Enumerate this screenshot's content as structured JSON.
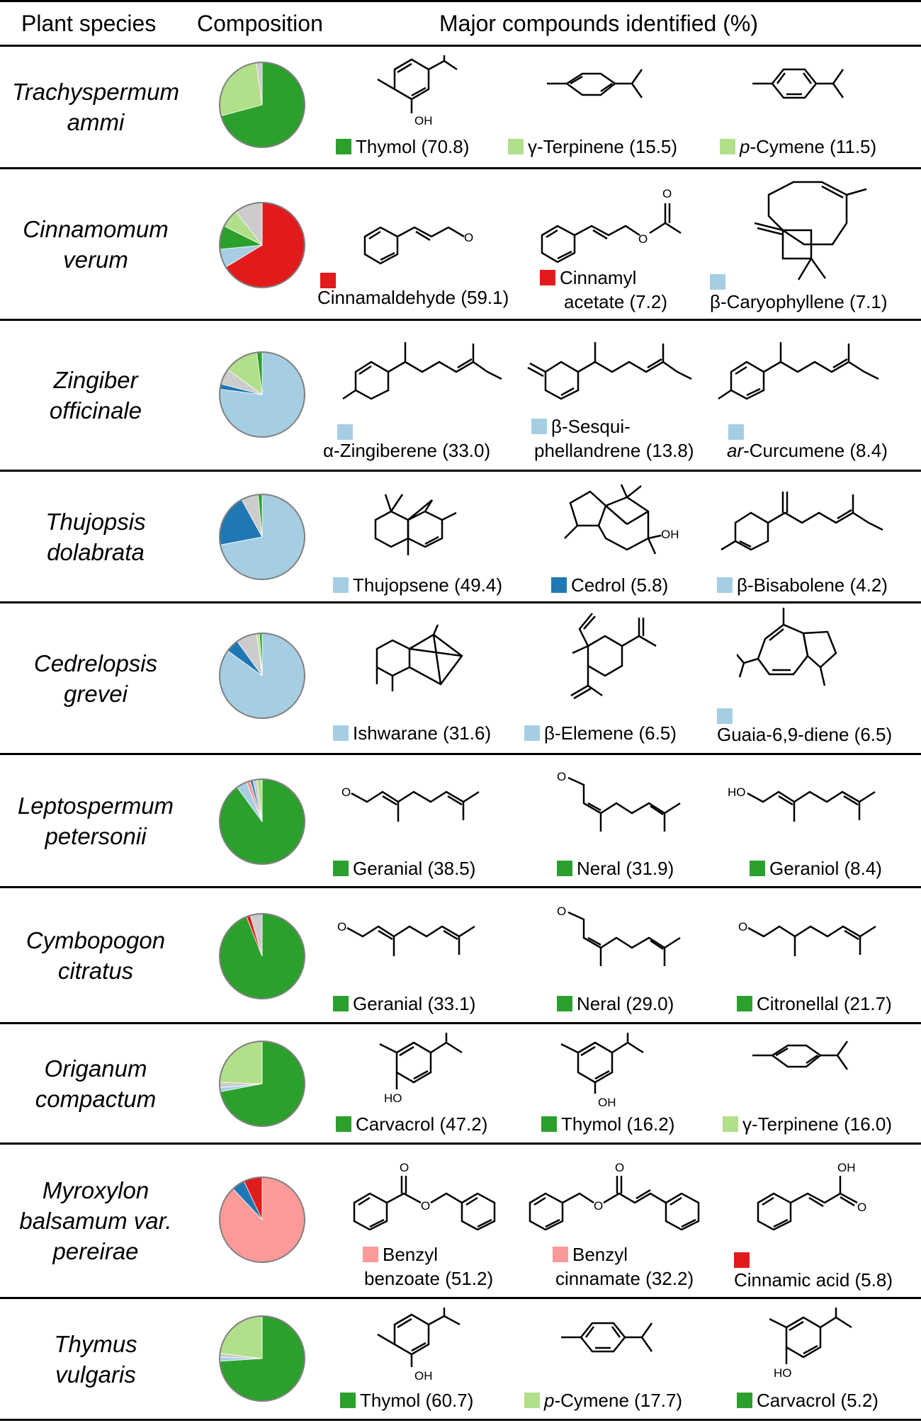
{
  "header": {
    "species": "Plant species",
    "composition": "Composition",
    "compounds": "Major compounds identified (%)"
  },
  "colors": {
    "green": "#2ca02c",
    "light_green": "#b2df8a",
    "red": "#e31a1c",
    "light_blue": "#a6cee3",
    "blue": "#1f78b4",
    "pink": "#fb9a99",
    "grey": "#cccccc"
  },
  "rows": [
    {
      "species": [
        "Trachyspermum",
        "ammi"
      ],
      "compounds": [
        {
          "label": "Thymol (70.8)",
          "color": "green"
        },
        {
          "label": "γ-Terpinene (15.5)",
          "color": "light_green"
        },
        {
          "label": "p-Cymene (11.5)",
          "color": "light_green",
          "italic_prefix": "p"
        }
      ],
      "pie": [
        {
          "color": "green",
          "value": 70.8
        },
        {
          "color": "light_green",
          "value": 27.0
        },
        {
          "color": "grey",
          "value": 2.2
        }
      ]
    },
    {
      "species": [
        "Cinnamomum",
        "verum"
      ],
      "compounds": [
        {
          "label": "Cinnamaldehyde (59.1)",
          "color": "red"
        },
        {
          "label": "Cinnamyl acetate (7.2)",
          "lines": [
            "Cinnamyl",
            "acetate (7.2)"
          ],
          "color": "red"
        },
        {
          "label": "β-Caryophyllene (7.1)",
          "color": "light_blue"
        }
      ],
      "pie": [
        {
          "color": "red",
          "value": 66.3
        },
        {
          "color": "light_blue",
          "value": 7.1
        },
        {
          "color": "green",
          "value": 9.0
        },
        {
          "color": "light_green",
          "value": 7.0
        },
        {
          "color": "grey",
          "value": 10.6
        }
      ]
    },
    {
      "species": [
        "Zingiber",
        "officinale"
      ],
      "compounds": [
        {
          "label": "α-Zingiberene (33.0)",
          "color": "light_blue"
        },
        {
          "label": "β-Sesquiphellandrene (13.8)",
          "lines": [
            "β-Sesqui-",
            "phellandrene (13.8)"
          ],
          "color": "light_blue"
        },
        {
          "label": "ar-Curcumene (8.4)",
          "color": "light_blue",
          "italic_prefix": "ar"
        }
      ],
      "pie": [
        {
          "color": "light_blue",
          "value": 77.0
        },
        {
          "color": "blue",
          "value": 2.0
        },
        {
          "color": "grey",
          "value": 6.0
        },
        {
          "color": "light_green",
          "value": 13.0
        },
        {
          "color": "green",
          "value": 2.0
        }
      ]
    },
    {
      "species": [
        "Thujopsis",
        "dolabrata"
      ],
      "compounds": [
        {
          "label": "Thujopsene (49.4)",
          "color": "light_blue"
        },
        {
          "label": "Cedrol (5.8)",
          "color": "blue"
        },
        {
          "label": "β-Bisabolene (4.2)",
          "color": "light_blue"
        }
      ],
      "pie": [
        {
          "color": "light_blue",
          "value": 72.0
        },
        {
          "color": "blue",
          "value": 20.0
        },
        {
          "color": "grey",
          "value": 6.5
        },
        {
          "color": "green",
          "value": 1.5
        }
      ]
    },
    {
      "species": [
        "Cedrelopsis",
        "grevei"
      ],
      "compounds": [
        {
          "label": "Ishwarane (31.6)",
          "color": "light_blue"
        },
        {
          "label": "β-Elemene (6.5)",
          "color": "light_blue"
        },
        {
          "label": "Guaia-6,9-diene (6.5)",
          "color": "light_blue"
        }
      ],
      "pie": [
        {
          "color": "light_blue",
          "value": 85.0
        },
        {
          "color": "blue",
          "value": 5.0
        },
        {
          "color": "grey",
          "value": 8.0
        },
        {
          "color": "light_green",
          "value": 1.0
        },
        {
          "color": "green",
          "value": 1.0
        }
      ]
    },
    {
      "species": [
        "Leptospermum",
        "petersonii"
      ],
      "compounds": [
        {
          "label": "Geranial (38.5)",
          "color": "green"
        },
        {
          "label": "Neral (31.9)",
          "color": "green"
        },
        {
          "label": "Geraniol (8.4)",
          "color": "green"
        }
      ],
      "pie": [
        {
          "color": "green",
          "value": 90.0
        },
        {
          "color": "light_blue",
          "value": 4.0
        },
        {
          "color": "pink",
          "value": 1.5
        },
        {
          "color": "blue",
          "value": 1.0
        },
        {
          "color": "grey",
          "value": 1.5
        },
        {
          "color": "light_green",
          "value": 2.0
        }
      ]
    },
    {
      "species": [
        "Cymbopogon",
        "citratus"
      ],
      "compounds": [
        {
          "label": "Geranial (33.1)",
          "color": "green"
        },
        {
          "label": "Neral (29.0)",
          "color": "green"
        },
        {
          "label": "Citronellal (21.7)",
          "color": "green"
        }
      ],
      "pie": [
        {
          "color": "green",
          "value": 94.0
        },
        {
          "color": "red",
          "value": 1.5
        },
        {
          "color": "grey",
          "value": 4.5
        }
      ]
    },
    {
      "species": [
        "Origanum",
        "compactum"
      ],
      "compounds": [
        {
          "label": "Carvacrol (47.2)",
          "color": "green"
        },
        {
          "label": "Thymol (16.2)",
          "color": "green"
        },
        {
          "label": "γ-Terpinene (16.0)",
          "color": "light_green"
        }
      ],
      "pie": [
        {
          "color": "green",
          "value": 72.0
        },
        {
          "color": "light_blue",
          "value": 1.5
        },
        {
          "color": "grey",
          "value": 2.0
        },
        {
          "color": "light_green",
          "value": 24.5
        }
      ]
    },
    {
      "species": [
        "Myroxylon",
        "balsamum var.",
        "pereirae"
      ],
      "compounds": [
        {
          "label": "Benzyl benzoate (51.2)",
          "lines": [
            "Benzyl",
            "benzoate (51.2)"
          ],
          "color": "pink"
        },
        {
          "label": "Benzyl cinnamate (32.2)",
          "lines": [
            "Benzyl",
            "cinnamate (32.2)"
          ],
          "color": "pink"
        },
        {
          "label": "Cinnamic acid (5.8)",
          "color": "red"
        }
      ],
      "pie": [
        {
          "color": "pink",
          "value": 88.0
        },
        {
          "color": "blue",
          "value": 5.0
        },
        {
          "color": "red",
          "value": 7.0
        }
      ]
    },
    {
      "species": [
        "Thymus",
        "vulgaris"
      ],
      "compounds": [
        {
          "label": "Thymol (60.7)",
          "color": "green"
        },
        {
          "label": "p-Cymene (17.7)",
          "color": "light_green",
          "italic_prefix": "p"
        },
        {
          "label": "Carvacrol (5.2)",
          "color": "green"
        }
      ],
      "pie": [
        {
          "color": "green",
          "value": 74.0
        },
        {
          "color": "light_blue",
          "value": 1.5
        },
        {
          "color": "grey",
          "value": 1.5
        },
        {
          "color": "light_green",
          "value": 23.0
        }
      ]
    }
  ]
}
